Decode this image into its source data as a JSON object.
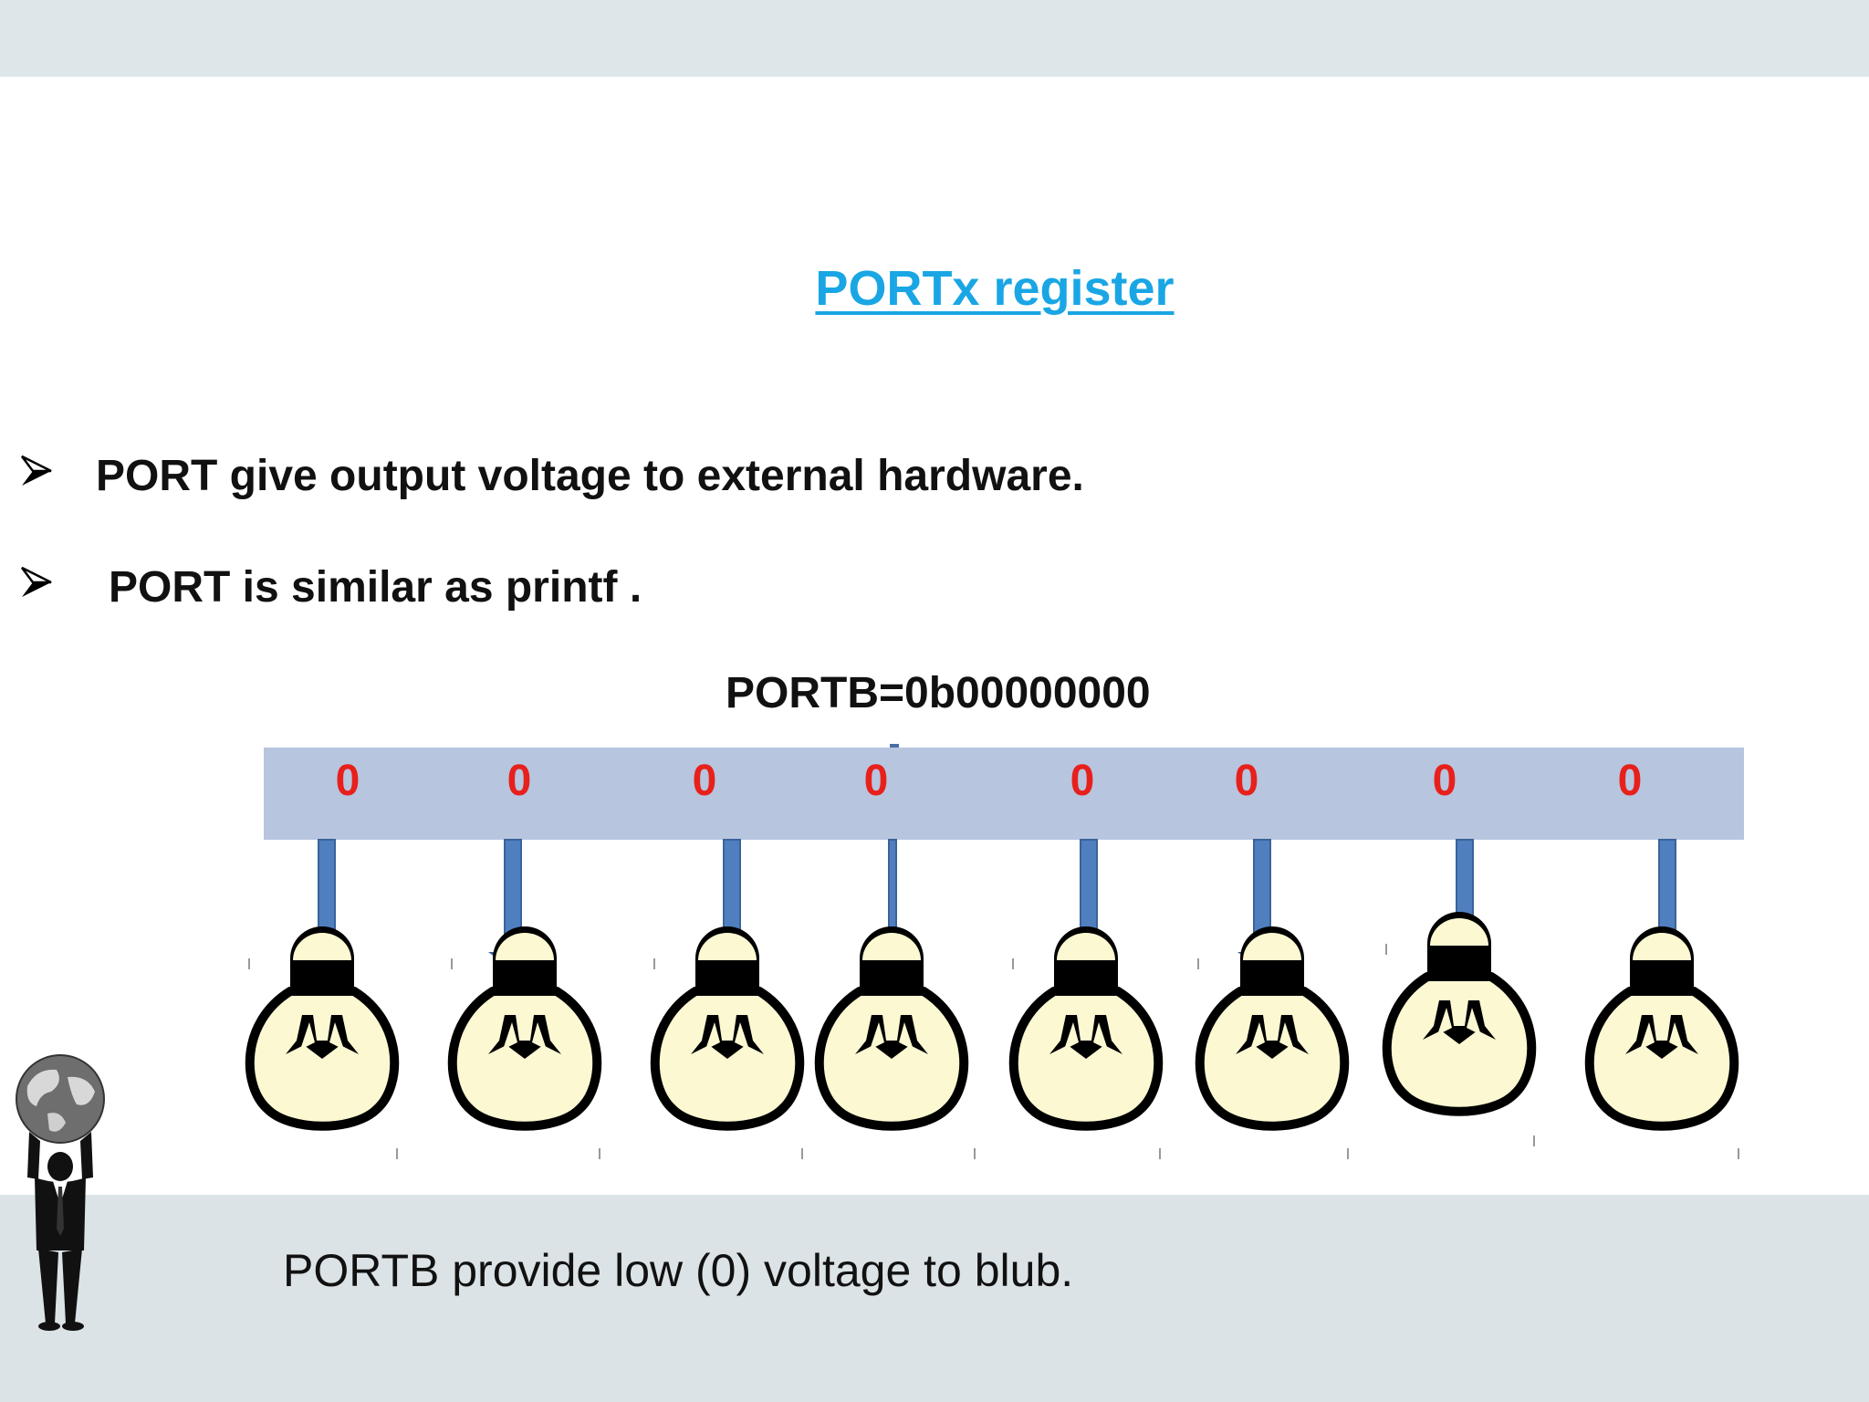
{
  "slide": {
    "title": "PORTx register",
    "bullets": [
      {
        "text": "PORT give output voltage to external hardware."
      },
      {
        "text": "PORT is similar as printf ."
      }
    ],
    "code_label": "PORTB=0b00000000",
    "register_bits": [
      "0",
      "0",
      "0",
      "0",
      "0",
      "0",
      "0",
      "0"
    ],
    "footer": "PORTB provide low (0) voltage to blub."
  },
  "colors": {
    "title": "#1aa6e4",
    "bit_value": "#e8201b",
    "register_bar": "#b7c5df",
    "arrow": "#4f7fbf",
    "bulb_glass": "#fbf8d2",
    "bulb_outline": "#000000",
    "band": "#dbe3e6"
  },
  "icons": {
    "bullet": "arrowhead-bullet-icon",
    "bulb": "light-bulb-icon",
    "arrow": "down-arrow-icon",
    "clipart": "businessman-holding-globe-icon"
  }
}
